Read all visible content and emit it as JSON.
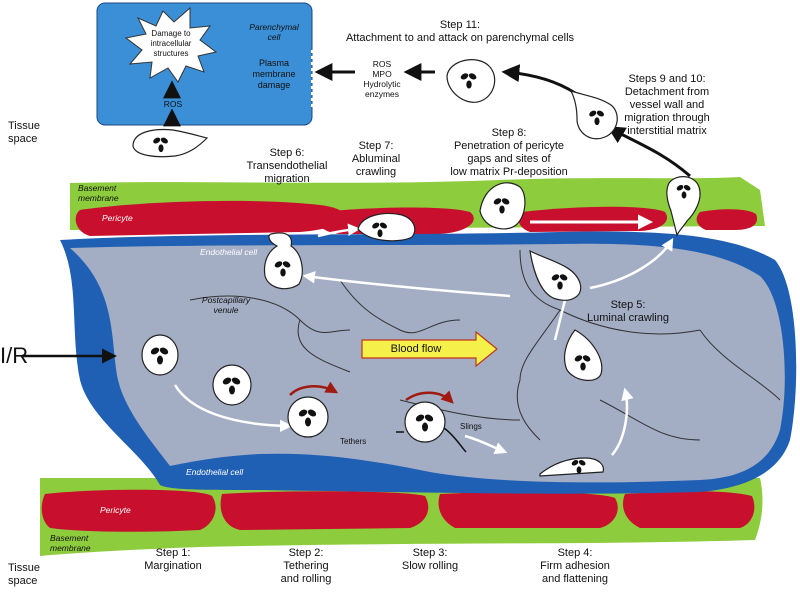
{
  "ir_label": "I/R",
  "tissue_space_top": [
    "Tissue",
    "space"
  ],
  "tissue_space_bottom": [
    "Tissue",
    "space"
  ],
  "parenchymal_cell": {
    "damage_label": [
      "Damage to",
      "intracellular",
      "structures"
    ],
    "ros_inner": "ROS",
    "cell_label": [
      "Parenchymal",
      "cell"
    ],
    "membrane_label": [
      "Plasma",
      "membrane",
      "damage"
    ]
  },
  "mediators": [
    "ROS",
    "MPO",
    "Hydrolytic",
    "enzymes"
  ],
  "basement_membrane_top": [
    "Basement",
    "membrane"
  ],
  "basement_membrane_bottom": [
    "Basement",
    "membrane"
  ],
  "pericyte_top": "Pericyte",
  "pericyte_bottom": "Pericyte",
  "endothelial_top": "Endothelial cell",
  "endothelial_bottom": "Endothelial cell",
  "postcapillary_venule": [
    "Postcapillary",
    "venule"
  ],
  "blood_flow": "Blood flow",
  "tethers": "Tethers",
  "slings": "Slings",
  "steps": {
    "step1": [
      "Step 1:",
      "Margination"
    ],
    "step2": [
      "Step 2:",
      "Tethering",
      "and rolling"
    ],
    "step3": [
      "Step 3:",
      "Slow rolling"
    ],
    "step4": [
      "Step 4:",
      "Firm adhesion",
      "and flattening"
    ],
    "step5": [
      "Step 5:",
      "Luminal crawling"
    ],
    "step6": [
      "Step 6:",
      "Transendothelial",
      "migration"
    ],
    "step7": [
      "Step 7:",
      "Abluminal",
      "crawling"
    ],
    "step8": [
      "Step 8:",
      "Penetration of pericyte",
      "gaps and sites of",
      "low matrix Pr-deposition"
    ],
    "step9_10": [
      "Steps 9 and 10:",
      "Detachment from",
      "vessel wall and",
      "migration through",
      "interstitial matrix"
    ],
    "step11": [
      "Step 11:",
      "Attachment to and attack on parenchymal cells"
    ]
  },
  "colors": {
    "basement_membrane": "#8dcc3c",
    "pericyte": "#c8102e",
    "endothelium": "#1f5fb4",
    "lumen": "#a3adc4",
    "parenchymal_cell": "#3a8fd6",
    "blood_flow_arrow": "#f6f04a",
    "rolling_arrow": "#a01a10"
  }
}
